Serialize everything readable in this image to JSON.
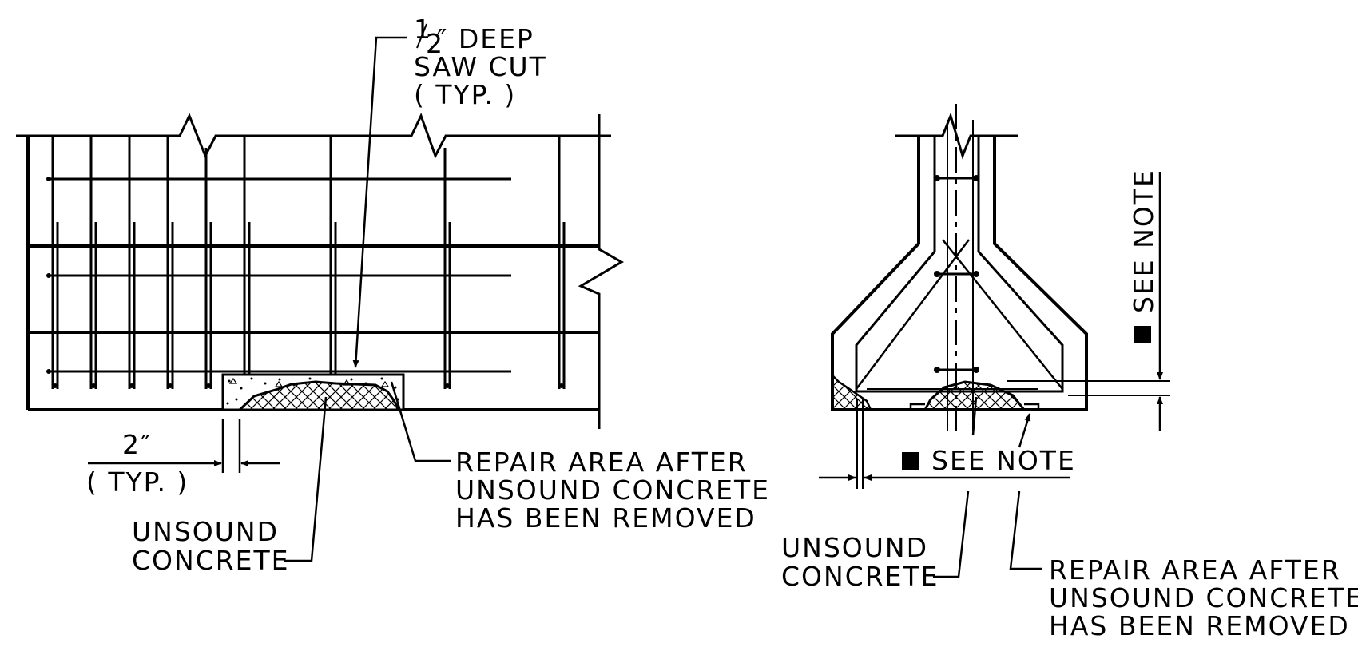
{
  "left_detail": {
    "saw_cut_label": {
      "fraction_numerator": "1",
      "fraction_denominator": "2",
      "line1_suffix": "″ DEEP",
      "line2": "SAW CUT",
      "line3": "( TYP. )"
    },
    "dimension_label": {
      "value": "2″",
      "typ": "( TYP. )"
    },
    "unsound_label": {
      "line1": "UNSOUND",
      "line2": "CONCRETE"
    },
    "repair_label": {
      "line1": "REPAIR AREA AFTER",
      "line2": "UNSOUND CONCRETE",
      "line3": "HAS BEEN REMOVED"
    }
  },
  "right_detail": {
    "see_note_vertical": "SEE NOTE",
    "see_note_horizontal": "SEE NOTE",
    "unsound_label": {
      "line1": "UNSOUND",
      "line2": "CONCRETE"
    },
    "repair_label": {
      "line1": "REPAIR AREA AFTER",
      "line2": "UNSOUND CONCRETE",
      "line3": "HAS BEEN REMOVED"
    }
  }
}
